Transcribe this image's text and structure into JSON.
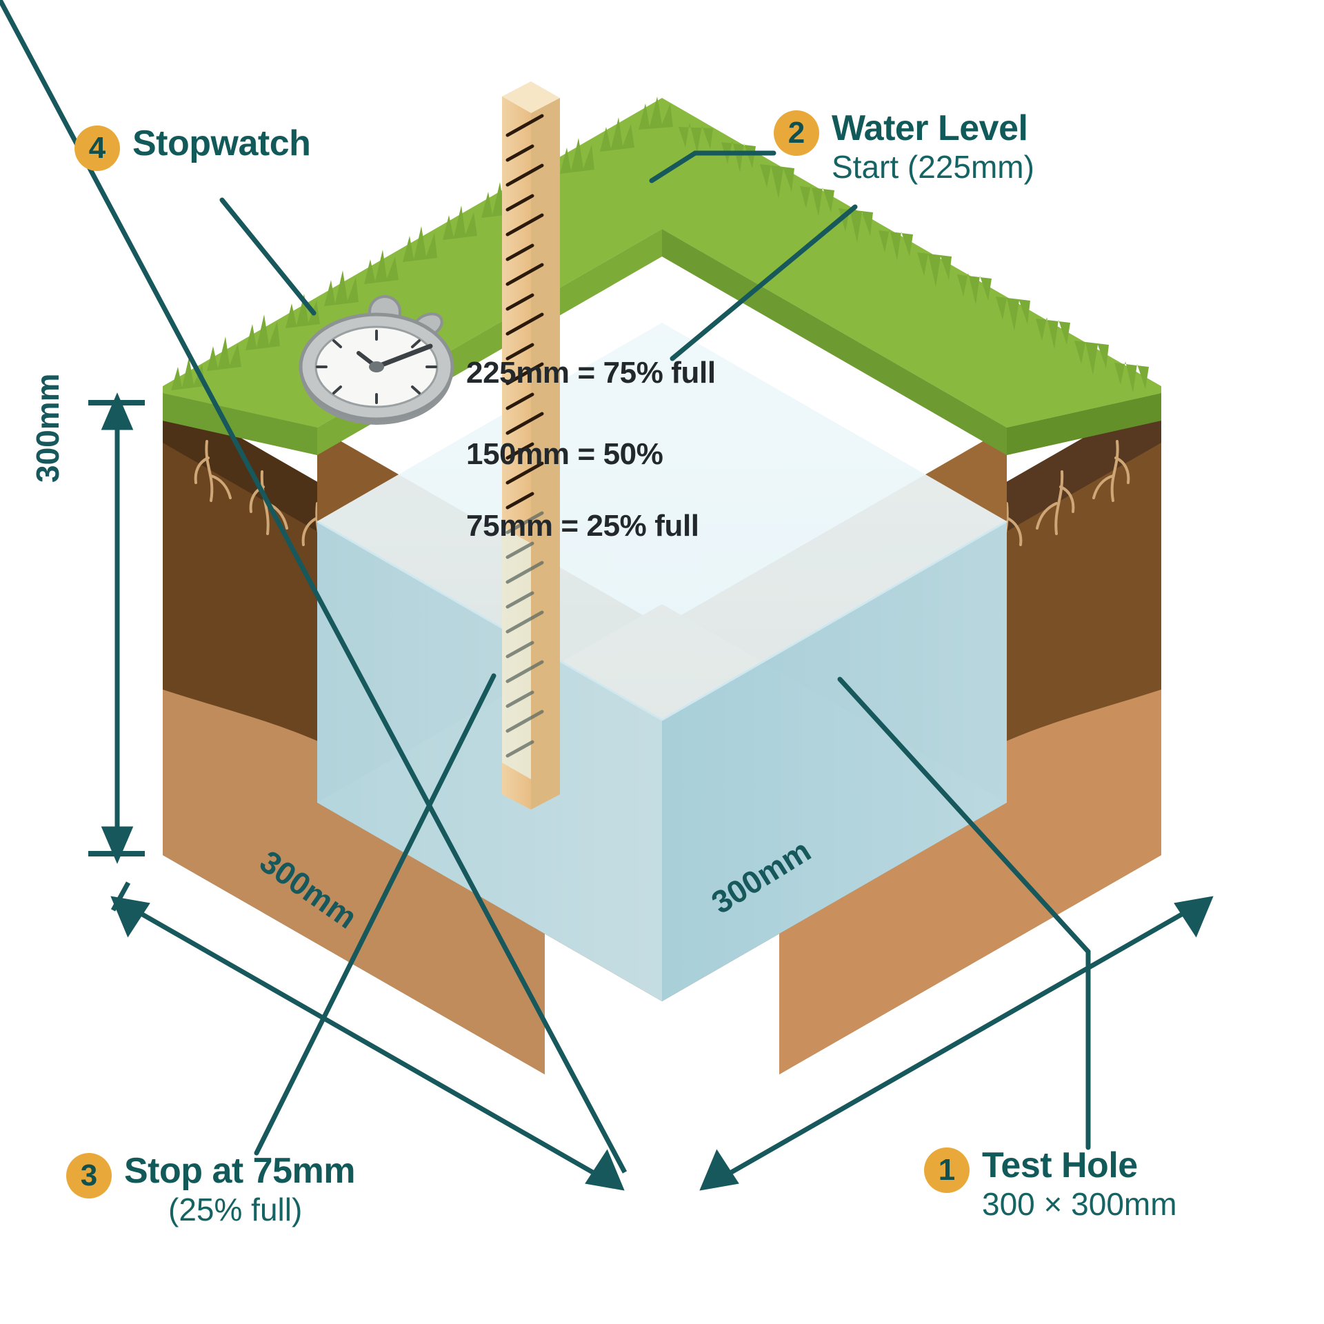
{
  "diagram": {
    "title": "Percolation Test Hole Diagram",
    "type": "isometric-cutaway"
  },
  "colors": {
    "badge": "#e9a93a",
    "badge_text": "#12504f",
    "teal": "#17585c",
    "label_dark": "#22282c",
    "grass_top": "#7fb03f",
    "grass_side": "#6d9a35",
    "topsoil": "#5d3c1d",
    "subsoil": "#6b451f",
    "sand": "#c08c5c",
    "water": "#bfe0ea",
    "ruler": "#edc68f"
  },
  "callouts": [
    {
      "number": "4",
      "title": "Stopwatch",
      "subtitle": ""
    },
    {
      "number": "2",
      "title": "Water Level",
      "subtitle": "Start (225mm)"
    },
    {
      "number": "3",
      "title": "Stop at 75mm",
      "subtitle": "(25% full)"
    },
    {
      "number": "1",
      "title": "Test Hole",
      "subtitle": "300 × 300mm"
    }
  ],
  "water_marks": [
    {
      "label": "225mm = 75% full",
      "depth_mm": 225,
      "percent": 75
    },
    {
      "label": "150mm = 50%",
      "depth_mm": 150,
      "percent": 50
    },
    {
      "label": "75mm = 25% full",
      "depth_mm": 75,
      "percent": 25
    }
  ],
  "dimensions": {
    "depth": "300mm",
    "width_left": "300mm",
    "width_right": "300mm"
  },
  "icons": {
    "stopwatch": "stopwatch-icon",
    "ruler": "ruler-icon"
  }
}
